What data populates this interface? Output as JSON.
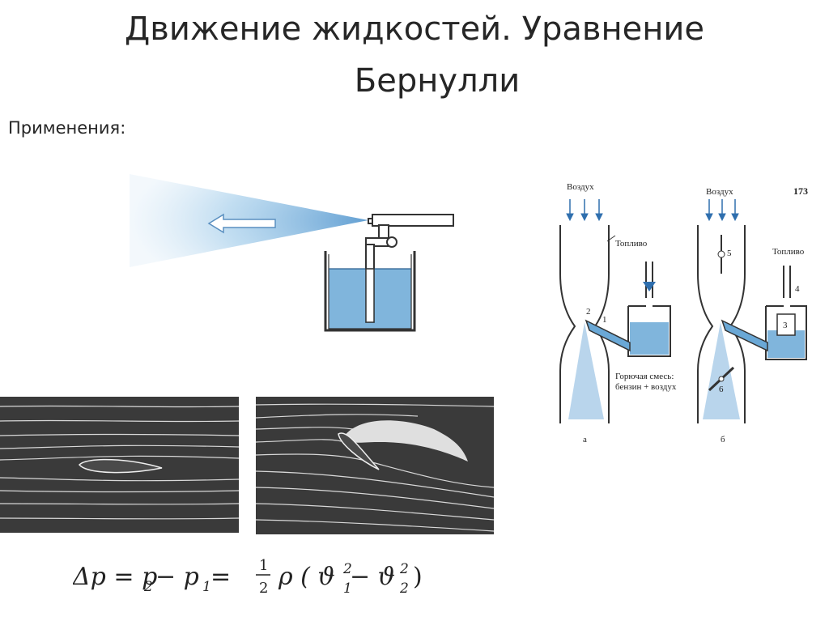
{
  "slide": {
    "title_line1": "Движение жидкостей. Уравнение",
    "title_line2": "Бернулли",
    "subheading": "Применения:"
  },
  "carburetor": {
    "page_number": "173",
    "air_label_a": "Воздух",
    "air_label_b": "Воздух",
    "fuel_label_a": "Топливо",
    "fuel_label_b": "Топливо",
    "mixture_line1": "Горючая смесь:",
    "mixture_line2": "бензин + воздух",
    "part_a": "а",
    "part_b": "б",
    "num_1": "1",
    "num_2": "2",
    "num_3": "3",
    "num_4": "4",
    "num_5": "5",
    "num_6": "6"
  },
  "formula": {
    "delta_p": "Δp = p",
    "sub2": "2",
    "minus_p": " − p",
    "sub1": "1",
    "equals": " = ",
    "half_num": "1",
    "half_den": "2",
    "rho_open": "ρ ( ϑ",
    "sup_a": "2",
    "sub_a": "1",
    "minus_theta": " − ϑ",
    "sup_b": "2",
    "sub_b": "2",
    "close": ")"
  },
  "colors": {
    "water": "#6aa8d6",
    "spray": "#7fb7e0",
    "wind_tunnel": "#3a3a3a"
  }
}
